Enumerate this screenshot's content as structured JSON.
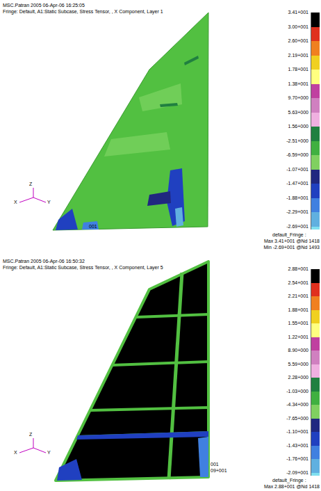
{
  "diagram": {
    "labels": [
      "MSC.Patran 2005 06-Apr-06 16:25:05",
      "Fringe: Default, A1:Static Subcase, Stress Tensor, , X Component, Layer 1",
      "default_Fringe :",
      "Max 3.41+001 @Nd 1418",
      "Min -2.69+001 @Nd 1493",
      "Z",
      "X",
      "Y",
      "001",
      "MSC.Patran 2005 06-Apr-06 16:50:32",
      "Fringe: Default, A1:Static Subcase, Stress Tensor, , X Component, Layer 5",
      "default_Fringe :",
      "Max 2.88+001 @Nd 1418",
      "Z",
      "X",
      "Y",
      "001",
      "09+001"
    ],
    "legend": [
      {
        "text": "3.41+001",
        "color": "#000000"
      },
      {
        "text": "3.00+001",
        "color": "#e0301e"
      },
      {
        "text": "2.60+001",
        "color": "#f08020"
      },
      {
        "text": "2.19+001",
        "color": "#f0d020"
      },
      {
        "text": "1.78+001",
        "color": "#ffff80"
      },
      {
        "text": "1.38+001",
        "color": "#c040a0"
      },
      {
        "text": "9.70+000",
        "color": "#d080c0"
      },
      {
        "text": "5.63+000",
        "color": "#f0b0e0"
      },
      {
        "text": "1.56+000",
        "color": "#208040"
      },
      {
        "text": "-2.51+000",
        "color": "#40b040"
      },
      {
        "text": "-6.59+000",
        "color": "#80d060"
      },
      {
        "text": "-1.07+001",
        "color": "#202880"
      },
      {
        "text": "-1.47+001",
        "color": "#2040c0"
      },
      {
        "text": "-1.88+001",
        "color": "#4080e0"
      },
      {
        "text": "-2.29+001",
        "color": "#60b0e0"
      },
      {
        "text": "-2.69+001",
        "color": "#80e0f0"
      },
      {
        "text": "2.88+001",
        "color": "#000000"
      },
      {
        "text": "2.54+001",
        "color": "#e0301e"
      },
      {
        "text": "2.21+001",
        "color": "#f08020"
      },
      {
        "text": "1.88+001",
        "color": "#f0d020"
      },
      {
        "text": "1.55+001",
        "color": "#ffff80"
      },
      {
        "text": "1.22+001",
        "color": "#c040a0"
      },
      {
        "text": "8.90+000",
        "color": "#d080c0"
      },
      {
        "text": "5.59+000",
        "color": "#f0b0e0"
      },
      {
        "text": "2.28+000",
        "color": "#208040"
      },
      {
        "text": "-1.03+000",
        "color": "#40b040"
      },
      {
        "text": "-4.34+000",
        "color": "#80d060"
      },
      {
        "text": "-7.65+000",
        "color": "#202880"
      },
      {
        "text": "-1.10+001",
        "color": "#2040c0"
      },
      {
        "text": "-1.43+001",
        "color": "#4080e0"
      },
      {
        "text": "-1.76+001",
        "color": "#60b0e0"
      },
      {
        "text": "-2.09+001",
        "color": "#80e0f0"
      }
    ]
  }
}
